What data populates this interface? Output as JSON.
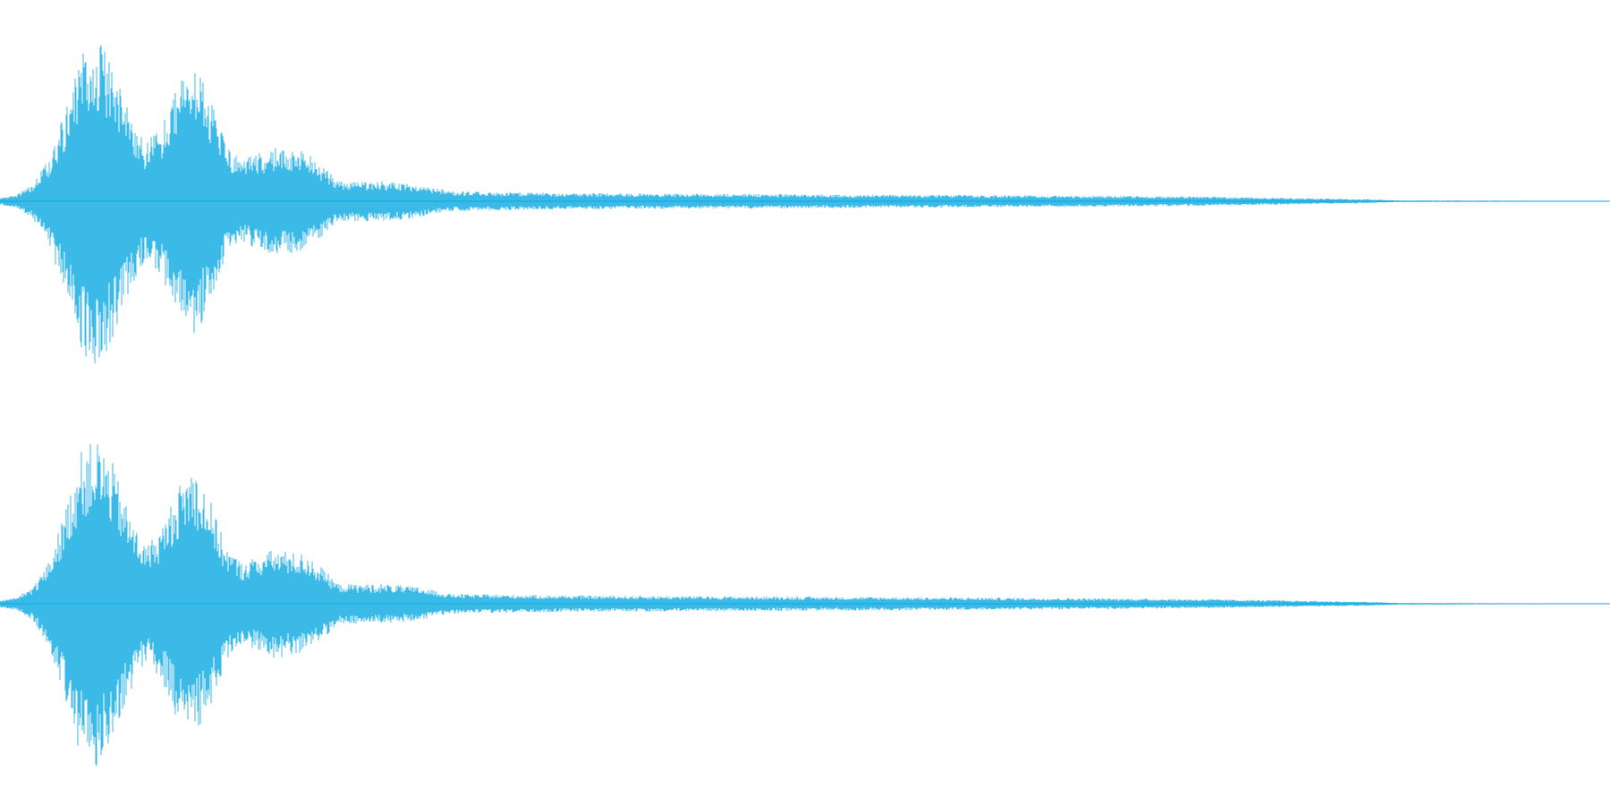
{
  "waveform": {
    "color": "#0aa9e2",
    "background": "#ffffff",
    "channels": [
      {
        "name": "left"
      },
      {
        "name": "right"
      }
    ],
    "envelope_profile": [
      [
        0.0,
        0.02
      ],
      [
        0.01,
        0.04
      ],
      [
        0.02,
        0.1
      ],
      [
        0.03,
        0.25
      ],
      [
        0.04,
        0.55
      ],
      [
        0.05,
        0.92
      ],
      [
        0.06,
        1.0
      ],
      [
        0.07,
        0.85
      ],
      [
        0.08,
        0.55
      ],
      [
        0.09,
        0.35
      ],
      [
        0.1,
        0.45
      ],
      [
        0.11,
        0.7
      ],
      [
        0.12,
        0.85
      ],
      [
        0.13,
        0.65
      ],
      [
        0.14,
        0.35
      ],
      [
        0.15,
        0.25
      ],
      [
        0.17,
        0.33
      ],
      [
        0.19,
        0.3
      ],
      [
        0.2,
        0.22
      ],
      [
        0.21,
        0.12
      ],
      [
        0.24,
        0.12
      ],
      [
        0.26,
        0.1
      ],
      [
        0.28,
        0.06
      ],
      [
        0.35,
        0.05
      ],
      [
        0.45,
        0.045
      ],
      [
        0.55,
        0.04
      ],
      [
        0.65,
        0.035
      ],
      [
        0.75,
        0.028
      ],
      [
        0.85,
        0.012
      ],
      [
        0.87,
        0.005
      ],
      [
        1.0,
        0.002
      ]
    ]
  }
}
